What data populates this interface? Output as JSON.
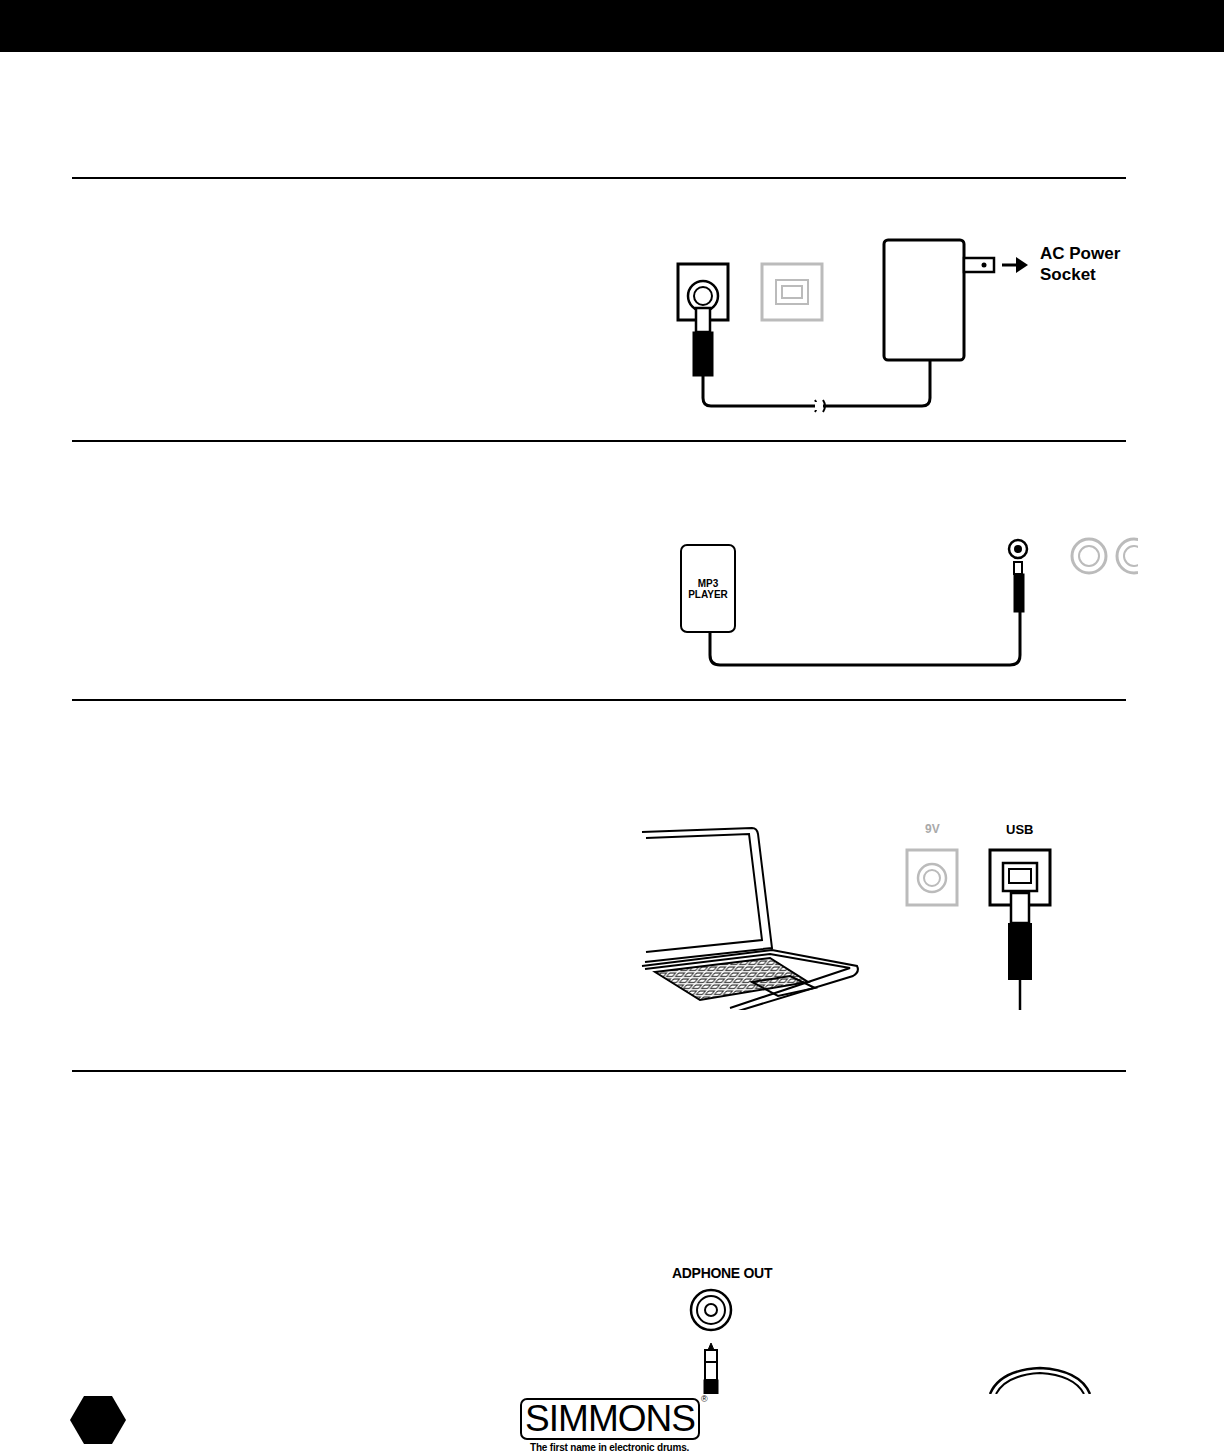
{
  "diagram": {
    "nodes": [
      {
        "text": [
          "MP3 PLAYER"
        ]
      },
      {
        "text": [
          "SIMMONS"
        ]
      }
    ],
    "labels": [
      "AC Power Socket",
      "9V",
      "USB",
      "ADPHONE OUT",
      "®",
      "The first name in electronic drums."
    ]
  }
}
